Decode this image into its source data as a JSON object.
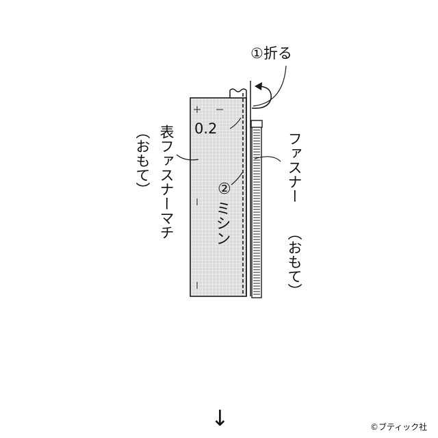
{
  "labels": {
    "fold_step": "①折る",
    "seam_allowance": "0.2",
    "sew_step_number": "②",
    "sew_step_word": "ミシン",
    "zipper_word": "ファスナー",
    "zipper_side": "（おもて）",
    "gusset_word": "表ファスナーマチ",
    "gusset_side": "（おもて）",
    "next_arrow": "↓",
    "credit": "©ブティック社"
  },
  "colors": {
    "line": "#1a1a1a",
    "fabric": "#dcdcdc",
    "fabric_light": "#e8e8e8",
    "grid": "#ffffff"
  }
}
